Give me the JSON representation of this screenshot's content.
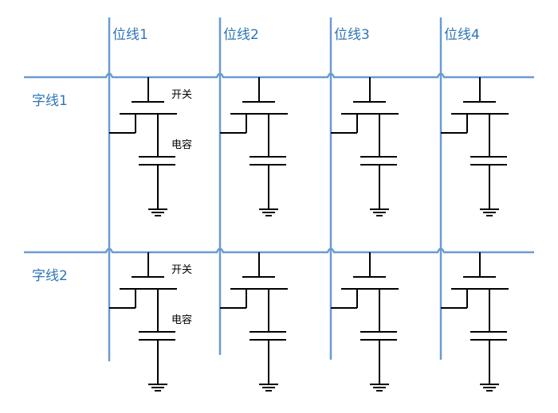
{
  "bit_lines": [
    "位线1",
    "位线2",
    "位线3",
    "位线4"
  ],
  "word_lines": [
    "字线1",
    "字线2"
  ],
  "cell_labels": {
    "switch": "开关",
    "capacitor": "电容"
  },
  "colors": {
    "line": "#6a9bd1",
    "label": "#2e75b6",
    "circuit": "#000000"
  }
}
